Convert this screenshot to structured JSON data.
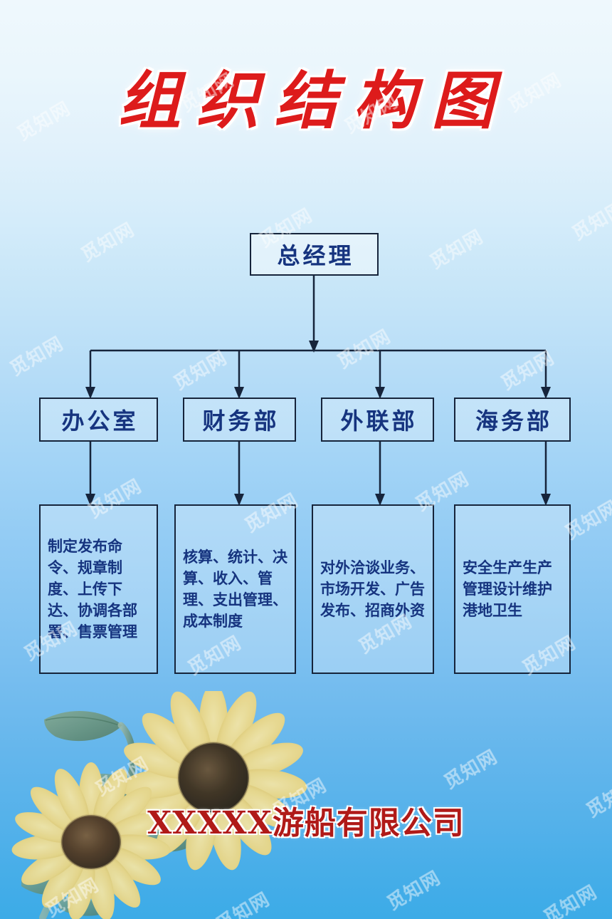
{
  "poster": {
    "title": "组织结构图",
    "company_name": "XXXXX游船有限公司",
    "watermark_text": "觅知网",
    "colors": {
      "background_top": "#eff8fd",
      "background_bottom": "#3cabe7",
      "title_red": "#dd1b1b",
      "company_red": "#b01a18",
      "box_border": "#16243b",
      "box_text": "#16347f",
      "sunflower_petal": "#f0da87",
      "sunflower_center": "#4a3520",
      "leaf_green": "#6f9a7d"
    }
  },
  "chart_data": {
    "type": "diagram",
    "title": "组织结构图",
    "layout": "top-down organizational tree",
    "root": {
      "label": "总经理"
    },
    "departments": [
      {
        "label": "办公室",
        "duties": "制定发布命令、规章制度、上传下达、协调各部署、售票管理"
      },
      {
        "label": "财务部",
        "duties": "核算、统计、决算、收入、管理、支出管理、成本制度"
      },
      {
        "label": "外联部",
        "duties": "对外洽谈业务、市场开发、广告发布、招商外资"
      },
      {
        "label": "海务部",
        "duties": "安全生产生产管理设计维护港地卫生"
      }
    ]
  }
}
